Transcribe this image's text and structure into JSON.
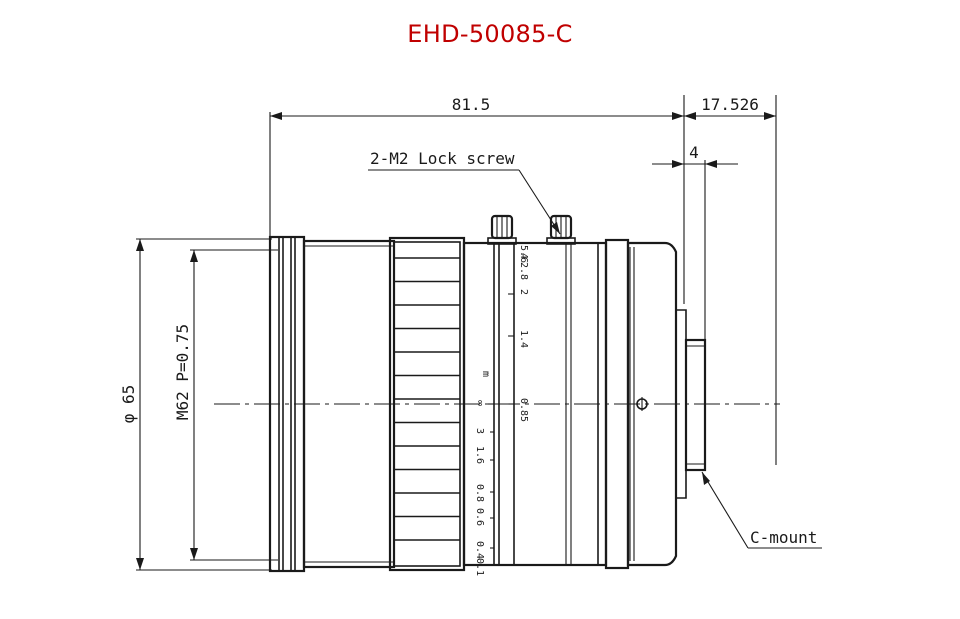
{
  "title": "EHD-50085-C",
  "dimensions": {
    "length": "81.5",
    "flange": "17.526",
    "mount_depth": "4",
    "outer_diameter": "φ 65",
    "filter_thread": "M62 P=0.75"
  },
  "callouts": {
    "lock_screw": "2-M2 Lock screw",
    "mount": "C-mount"
  },
  "focus_scale": {
    "unit": "m",
    "marks": [
      "∞",
      "3",
      "1.6",
      "0.8",
      "0.6",
      "0.4",
      "0.1"
    ]
  },
  "aperture_scale": {
    "marks": [
      "0.85",
      "1.4",
      "2",
      "2.8",
      "4",
      "5.6"
    ]
  }
}
